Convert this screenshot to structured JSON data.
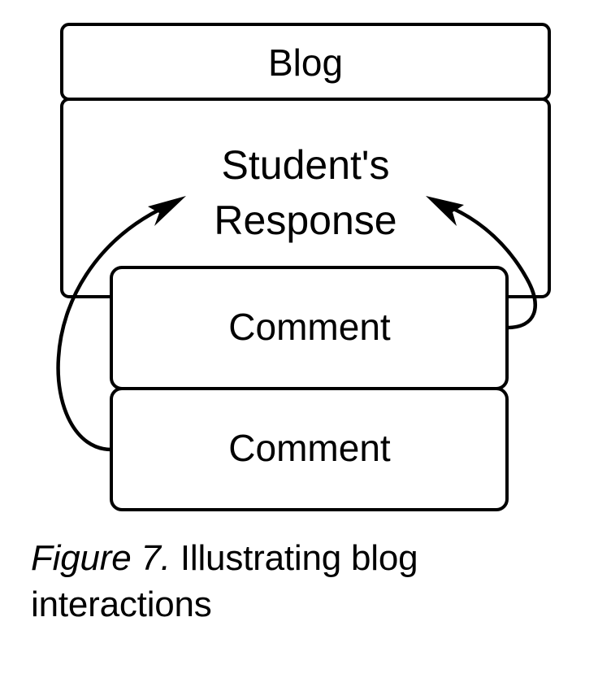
{
  "figure": {
    "caption_label": "Figure 7.",
    "caption_text": "Illustrating blog interactions",
    "background_color": "#ffffff",
    "stroke_color": "#000000"
  },
  "diagram": {
    "type": "block-diagram",
    "blog": {
      "title": "Blog",
      "body_text_line1": "Student's",
      "body_text_line2": "Response"
    },
    "comments": [
      {
        "label": "Comment"
      },
      {
        "label": "Comment"
      }
    ],
    "arrows": [
      {
        "name": "comment-2-to-response",
        "from": "Comment",
        "to": "Student's Response",
        "direction": "up-right"
      },
      {
        "name": "comment-1-to-response",
        "from": "Comment",
        "to": "Student's Response",
        "direction": "up-left"
      }
    ]
  }
}
